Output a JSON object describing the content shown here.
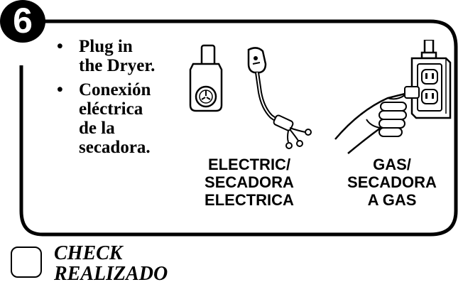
{
  "step": {
    "number": "6"
  },
  "instructions": [
    {
      "bullet": "•",
      "lines": [
        "Plug in",
        "the Dryer."
      ]
    },
    {
      "bullet": "•",
      "lines": [
        "Conexión",
        "eléctrica",
        "de la",
        "secadora."
      ]
    }
  ],
  "illustrations": {
    "electric": {
      "icon": "dryer-power-cord-icon",
      "caption": [
        "ELECTRIC/",
        "SECADORA",
        "ELECTRICA"
      ]
    },
    "gas": {
      "icon": "hand-plugging-outlet-icon",
      "caption": [
        "GAS/",
        "SECADORA",
        "A GAS"
      ]
    }
  },
  "check": {
    "lines": [
      "CHECK",
      "REALIZADO"
    ]
  }
}
